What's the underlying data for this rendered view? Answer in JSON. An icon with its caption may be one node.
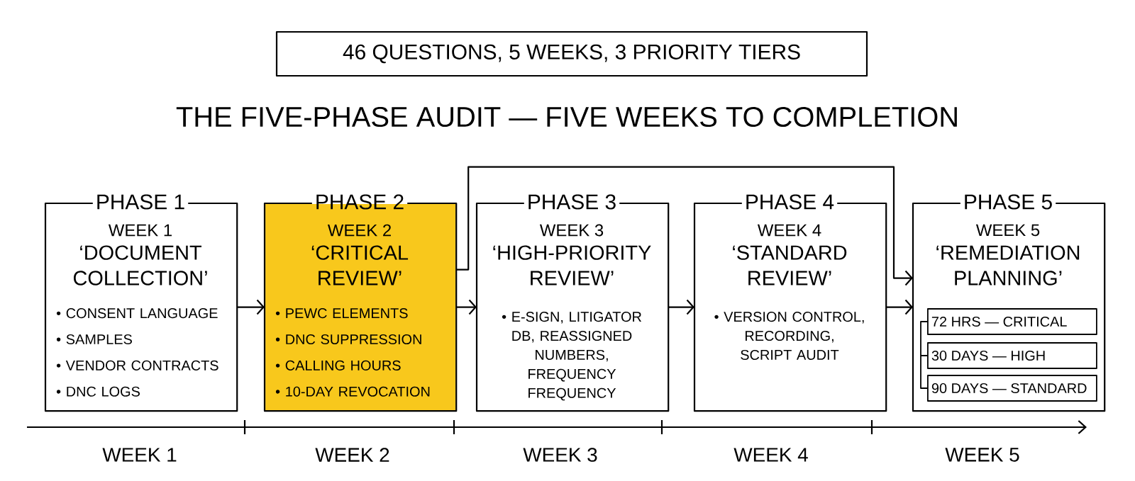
{
  "diagram": {
    "title": "THE FIVE-PHASE AUDIT — FIVE WEEKS TO COMPLETION",
    "nodes": [
      {
        "text": [
          "46 QUESTIONS, 5 WEEKS, 3 PRIORITY TIERS"
        ]
      },
      {
        "text": [
          "PHASE 1",
          "WEEK 1",
          "‘DOCUMENT COLLECTION’",
          "• CONSENT LANGUAGE",
          "• SAMPLES",
          "• VENDOR CONTRACTS",
          "• DNC LOGS"
        ]
      },
      {
        "text": [
          "PHASE 2",
          "WEEK 2",
          "‘CRITICAL REVIEW’",
          "• PEWC ELEMENTS",
          "• DNC SUPPRESSION",
          "• CALLING HOURS",
          "• 10-DAY REVOCATION"
        ]
      },
      {
        "text": [
          "PHASE 3",
          "WEEK 3",
          "‘HIGH-PRIORITY REVIEW’",
          "• E-SIGN, LITIGATOR DB, REASSIGNED NUMBERS, FREQUENCY FREQUENCY"
        ]
      },
      {
        "text": [
          "PHASE 4",
          "WEEK 4",
          "‘STANDARD REVIEW’",
          "• VERSION CONTROL, RECORDING, SCRIPT AUDIT"
        ]
      },
      {
        "text": [
          "PHASE 5",
          "WEEK 5",
          "‘REMEDIATION PLANNING’"
        ]
      },
      {
        "text": [
          "72 HRS — CRITICAL"
        ],
        "in": 5
      },
      {
        "text": [
          "30 DAYS — HIGH"
        ],
        "in": 5
      },
      {
        "text": [
          "90 DAYS — STANDARD"
        ],
        "in": 5
      }
    ],
    "edges": [
      {
        "from": 1,
        "to": 2,
        "arrow": "to"
      },
      {
        "from": 2,
        "to": 3,
        "arrow": "to"
      },
      {
        "from": 3,
        "to": 4,
        "arrow": "to"
      },
      {
        "from": 4,
        "to": 5,
        "arrow": "to"
      },
      {
        "from": 2,
        "to": 5,
        "arrow": "to"
      }
    ],
    "labels": [
      "WEEK 1",
      "WEEK 2",
      "WEEK 3",
      "WEEK 4",
      "WEEK 5"
    ]
  }
}
